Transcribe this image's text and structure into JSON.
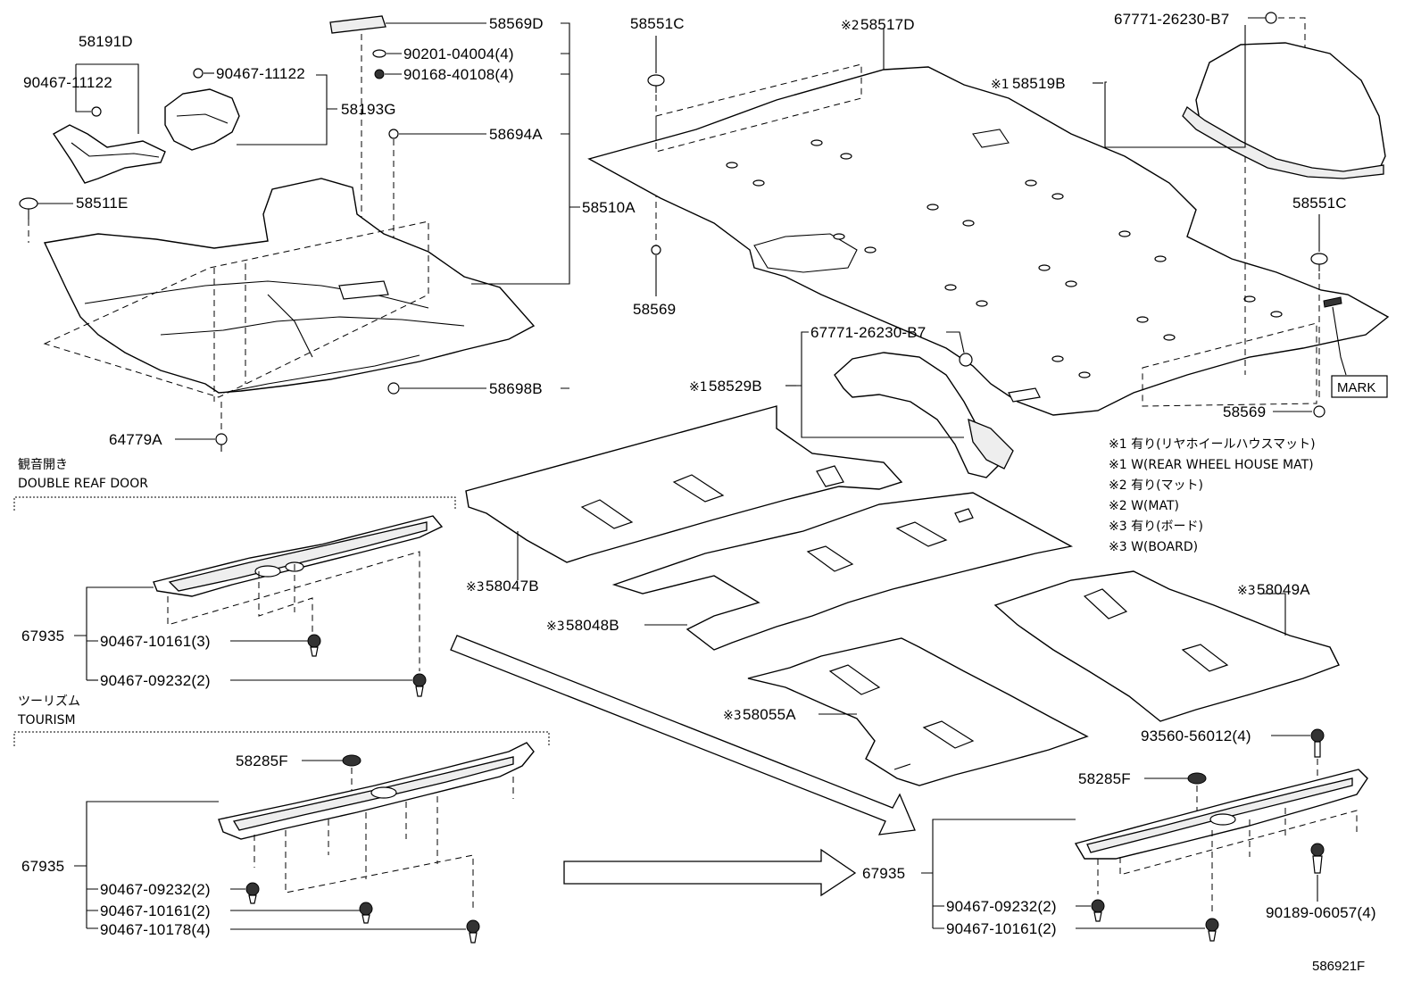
{
  "labels": {
    "p58191D": "58191D",
    "p90467_11122_a": "90467-11122",
    "p90467_11122_b": "90467-11122",
    "p58193G": "58193G",
    "p58569D": "58569D",
    "p90201_04004": "90201-04004(4)",
    "p90168_40108": "90168-40108(4)",
    "p58694A": "58694A",
    "p58510A": "58510A",
    "p58511E": "58511E",
    "p58698B": "58698B",
    "p64779A": "64779A",
    "p58551C_a": "58551C",
    "p58569_a": "58569",
    "p58517D": "58517D",
    "p58517D_mark": "※2",
    "p67771_a": "67771-26230-B7",
    "p58519B": "58519B",
    "p58519B_mark": "※1",
    "p58551C_b": "58551C",
    "p67771_b": "67771-26230-B7",
    "p58529B": "58529B",
    "p58529B_mark": "※1",
    "p58569_b": "58569",
    "mark_box": "MARK",
    "p58047B": "58047B",
    "p58047B_mark": "※3",
    "p58048B": "58048B",
    "p58048B_mark": "※3",
    "p58049A": "58049A",
    "p58049A_mark": "※3",
    "p58055A": "58055A",
    "p58055A_mark": "※3",
    "p67935_a": "67935",
    "p90467_10161_3": "90467-10161(3)",
    "p90467_09232_2a": "90467-09232(2)",
    "p58285F_a": "58285F",
    "p67935_b": "67935",
    "p90467_09232_2b": "90467-09232(2)",
    "p90467_10161_2a": "90467-10161(2)",
    "p90467_10178_4": "90467-10178(4)",
    "p93560_56012": "93560-56012(4)",
    "p58285F_b": "58285F",
    "p67935_c": "67935",
    "p90467_09232_2c": "90467-09232(2)",
    "p90467_10161_2b": "90467-10161(2)",
    "p90189_06057": "90189-06057(4)"
  },
  "sections": {
    "double_door_jp": "観音開き",
    "double_door_en": "DOUBLE REAF DOOR",
    "tourism_jp": "ツーリズム",
    "tourism_en": "TOURISM"
  },
  "legend": [
    "※1 有り(リヤホイールハウスマット)",
    "※1 W(REAR WHEEL HOUSE MAT)",
    "※2 有り(マット)",
    "※2 W(MAT)",
    "※3 有り(ボード)",
    "※3 W(BOARD)"
  ],
  "figure_id": "586921F"
}
